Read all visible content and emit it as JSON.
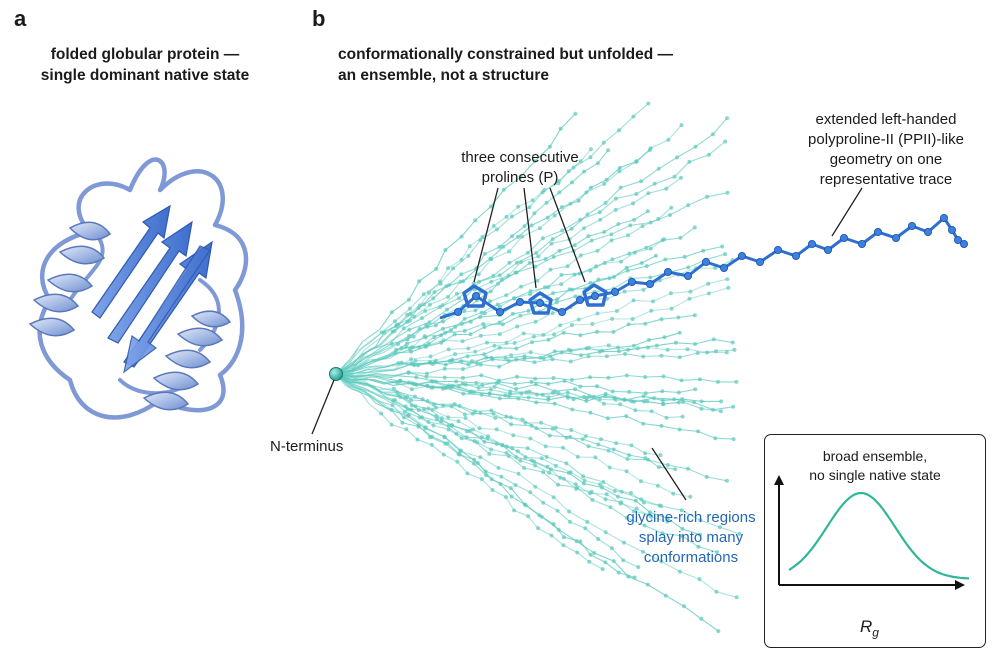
{
  "panel_a": {
    "letter": "a",
    "title_line1": "folded globular protein —",
    "title_line2": "single dominant native state"
  },
  "panel_b": {
    "letter": "b",
    "title_line1": "conformationally constrained but unfolded —",
    "title_line2": "an ensemble, not a structure",
    "prolines_line1": "three consecutive",
    "prolines_line2": "prolines (P)",
    "ppii_line1": "extended left-handed",
    "ppii_line2": "polyproline-II (PPII)-like",
    "ppii_line3": "geometry on one",
    "ppii_line4": "representative trace",
    "n_terminus": "N-terminus",
    "glycine_line1": "glycine-rich regions",
    "glycine_line2": "splay into many",
    "glycine_line3": "conformations"
  },
  "inset": {
    "title_line1": "broad ensemble,",
    "title_line2": "no single native state",
    "axis_symbol": "R",
    "axis_subscript": "g"
  },
  "colors": {
    "ensemble": "#5cc9bd",
    "trace": "#2f6fd0",
    "helix": "#a9bde6",
    "strand": "#5a86d8",
    "curve": "#2fb79a"
  }
}
